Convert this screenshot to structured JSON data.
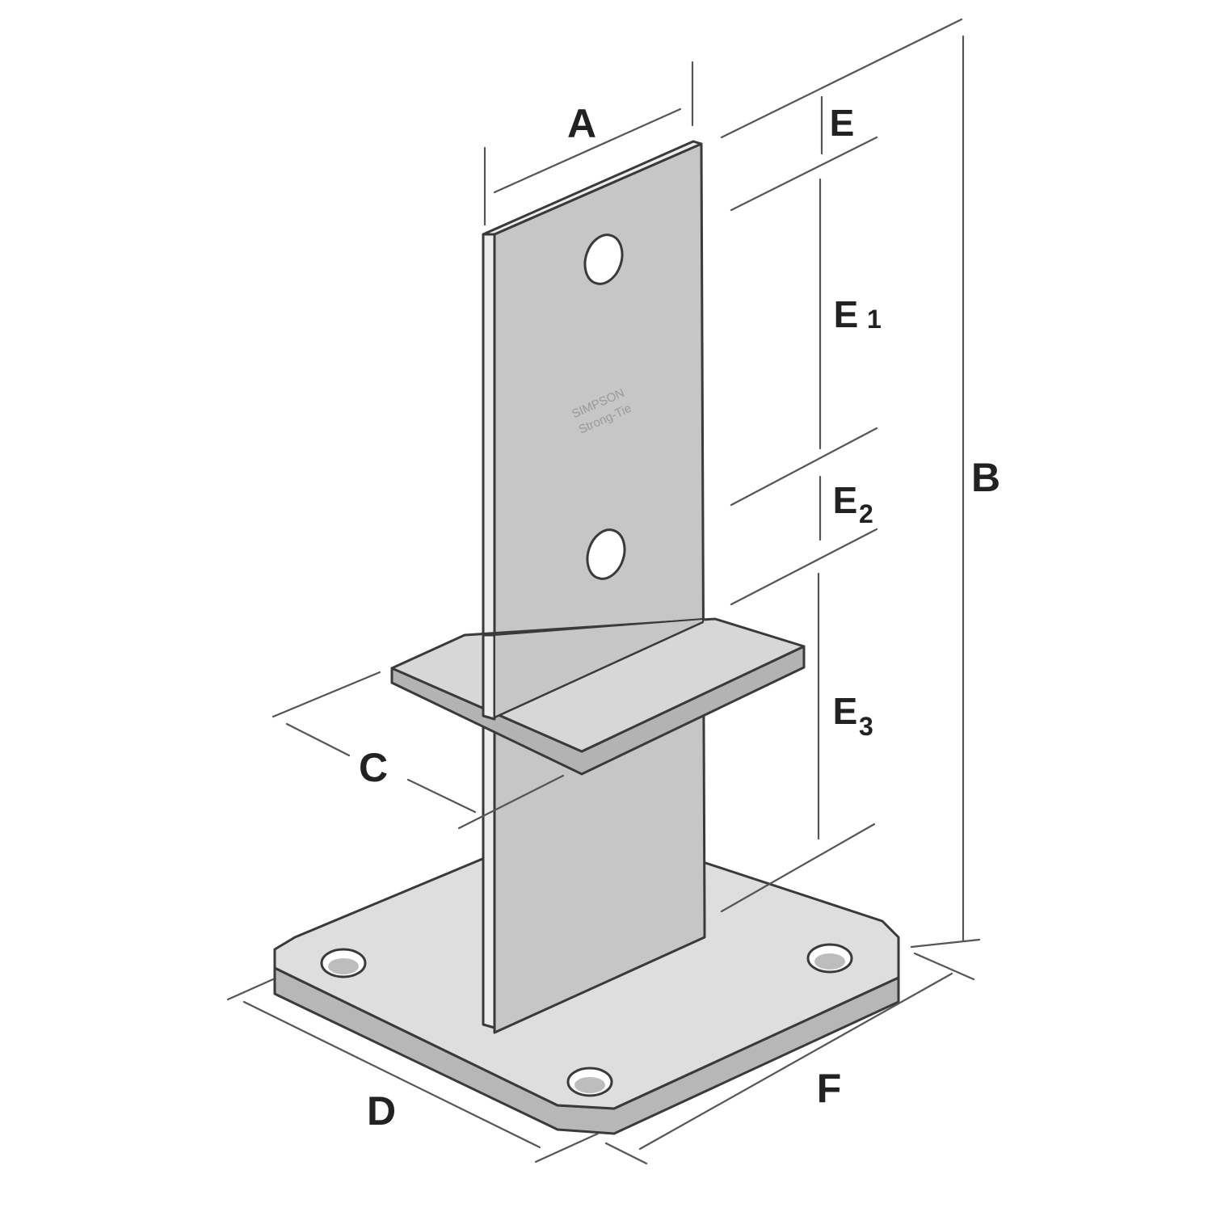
{
  "diagram": {
    "labels": {
      "a": "A",
      "b": "B",
      "c": "C",
      "d": "D",
      "e": "E",
      "e1": {
        "letter": "E",
        "sub": "1"
      },
      "e2": {
        "letter": "E",
        "sub": "2"
      },
      "e3": {
        "letter": "E",
        "sub": "3"
      },
      "f": "F"
    },
    "stamp": {
      "line1": "SIMPSON",
      "line2": "Strong-Tie"
    },
    "colors": {
      "metal_face": "#c9c9c9",
      "metal_light": "#e4e4e4",
      "metal_edge": "#b3b3b3",
      "outline": "#3a3a3a",
      "dimension_line": "#555555"
    }
  }
}
